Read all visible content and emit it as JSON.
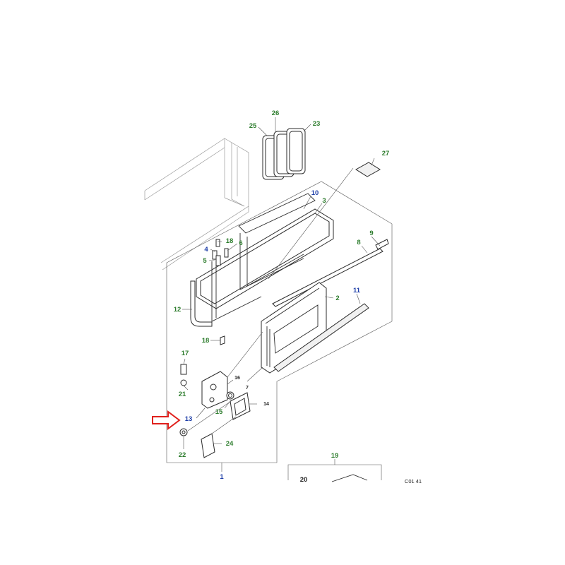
{
  "diagram": {
    "accent_color": "#e0201c",
    "label_colors": {
      "green": "#2e7d2e",
      "blue": "#1f3fa8",
      "black": "#222222"
    },
    "labels": {
      "l1": "1",
      "l2": "2",
      "l3": "3",
      "l4": "4",
      "l5": "5",
      "l6": "6",
      "l7": "7",
      "l8": "8",
      "l9": "9",
      "l10": "10",
      "l11": "11",
      "l12": "12",
      "l13": "13",
      "l14": "14",
      "l15": "15",
      "l16": "16",
      "l17": "17",
      "l18a": "18",
      "l18b": "18",
      "l19": "19",
      "l20": "20",
      "l21": "21",
      "l22": "22",
      "l23": "23",
      "l24": "24",
      "l25": "25",
      "l26": "26",
      "l27": "27",
      "ref_code": "C01 41"
    },
    "pointer_icon": "arrow-right-icon"
  }
}
